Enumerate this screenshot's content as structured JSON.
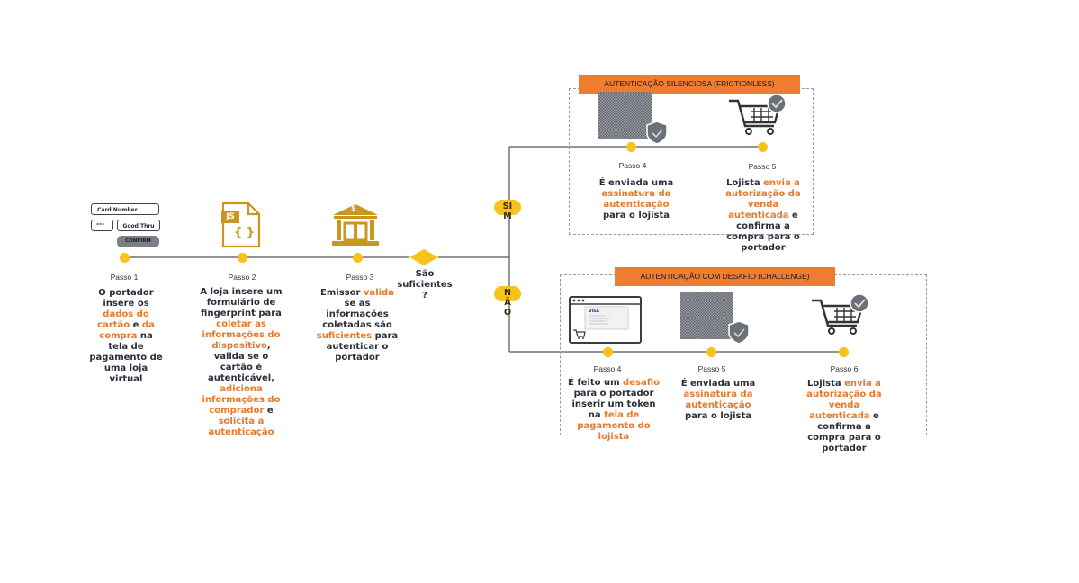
{
  "icons": {
    "card_number": "Card Number",
    "good_thru": "Good Thru",
    "cvv": "***",
    "confirm": "CONFIRM",
    "js": "JS",
    "braces": "{ }",
    "dollar": "$",
    "visa": "VISA"
  },
  "steps": [
    {
      "label": "Passo 1",
      "parts": [
        {
          "t": "O portador insere os "
        },
        {
          "t": "dados do cartão",
          "hl": true
        },
        {
          "t": " e "
        },
        {
          "t": "da compra",
          "hl": true
        },
        {
          "t": " na tela de pagamento de uma loja virtual"
        }
      ]
    },
    {
      "label": "Passo 2",
      "parts": [
        {
          "t": "A loja insere um formulário de fingerprint para "
        },
        {
          "t": "coletar as informações do dispositivo",
          "hl": true
        },
        {
          "t": ", valida se o cartão é autenticável, "
        },
        {
          "t": "adiciona informações do comprador",
          "hl": true
        },
        {
          "t": " e "
        },
        {
          "t": "solicita a autenticação",
          "hl": true
        }
      ]
    },
    {
      "label": "Passo 3",
      "parts": [
        {
          "t": "Emissor "
        },
        {
          "t": "valida",
          "hl": true
        },
        {
          "t": " se as informações coletadas são "
        },
        {
          "t": "suficientes",
          "hl": true
        },
        {
          "t": " para autenticar o portador"
        }
      ]
    }
  ],
  "decision": {
    "label": "São suficientes ?",
    "yes": "SIM",
    "no": "NÃO"
  },
  "frictionless": {
    "title": "AUTENTICAÇÃO SILENCIOSA (FRICTIONLESS)",
    "steps": [
      {
        "label": "Passo 4",
        "parts": [
          {
            "t": "É enviada uma "
          },
          {
            "t": "assinatura da autenticação",
            "hl": true
          },
          {
            "t": " para o lojista"
          }
        ]
      },
      {
        "label": "Passo 5",
        "parts": [
          {
            "t": "Lojista "
          },
          {
            "t": "envia a autorização da venda autenticada",
            "hl": true
          },
          {
            "t": " e confirma a compra para o portador"
          }
        ]
      }
    ]
  },
  "challenge": {
    "title": "AUTENTICAÇÃO COM DESAFIO (CHALLENGE)",
    "steps": [
      {
        "label": "Passo 4",
        "parts": [
          {
            "t": "É feito um "
          },
          {
            "t": "desafio",
            "hl": true
          },
          {
            "t": " para o portador inserir um token na "
          },
          {
            "t": "tela de pagamento do lojista",
            "hl": true
          }
        ]
      },
      {
        "label": "Passo 5",
        "parts": [
          {
            "t": "É enviada uma "
          },
          {
            "t": "assinatura da autenticação",
            "hl": true
          },
          {
            "t": " para o lojista"
          }
        ]
      },
      {
        "label": "Passo 6",
        "parts": [
          {
            "t": "Lojista "
          },
          {
            "t": "envia a autorização da venda autenticada",
            "hl": true
          },
          {
            "t": " e confirma a compra para o portador"
          }
        ]
      }
    ]
  },
  "colors": {
    "accent": "#ee7d32",
    "dot": "#f7c21a",
    "icon_gold": "#c9961e",
    "line": "#555555"
  }
}
